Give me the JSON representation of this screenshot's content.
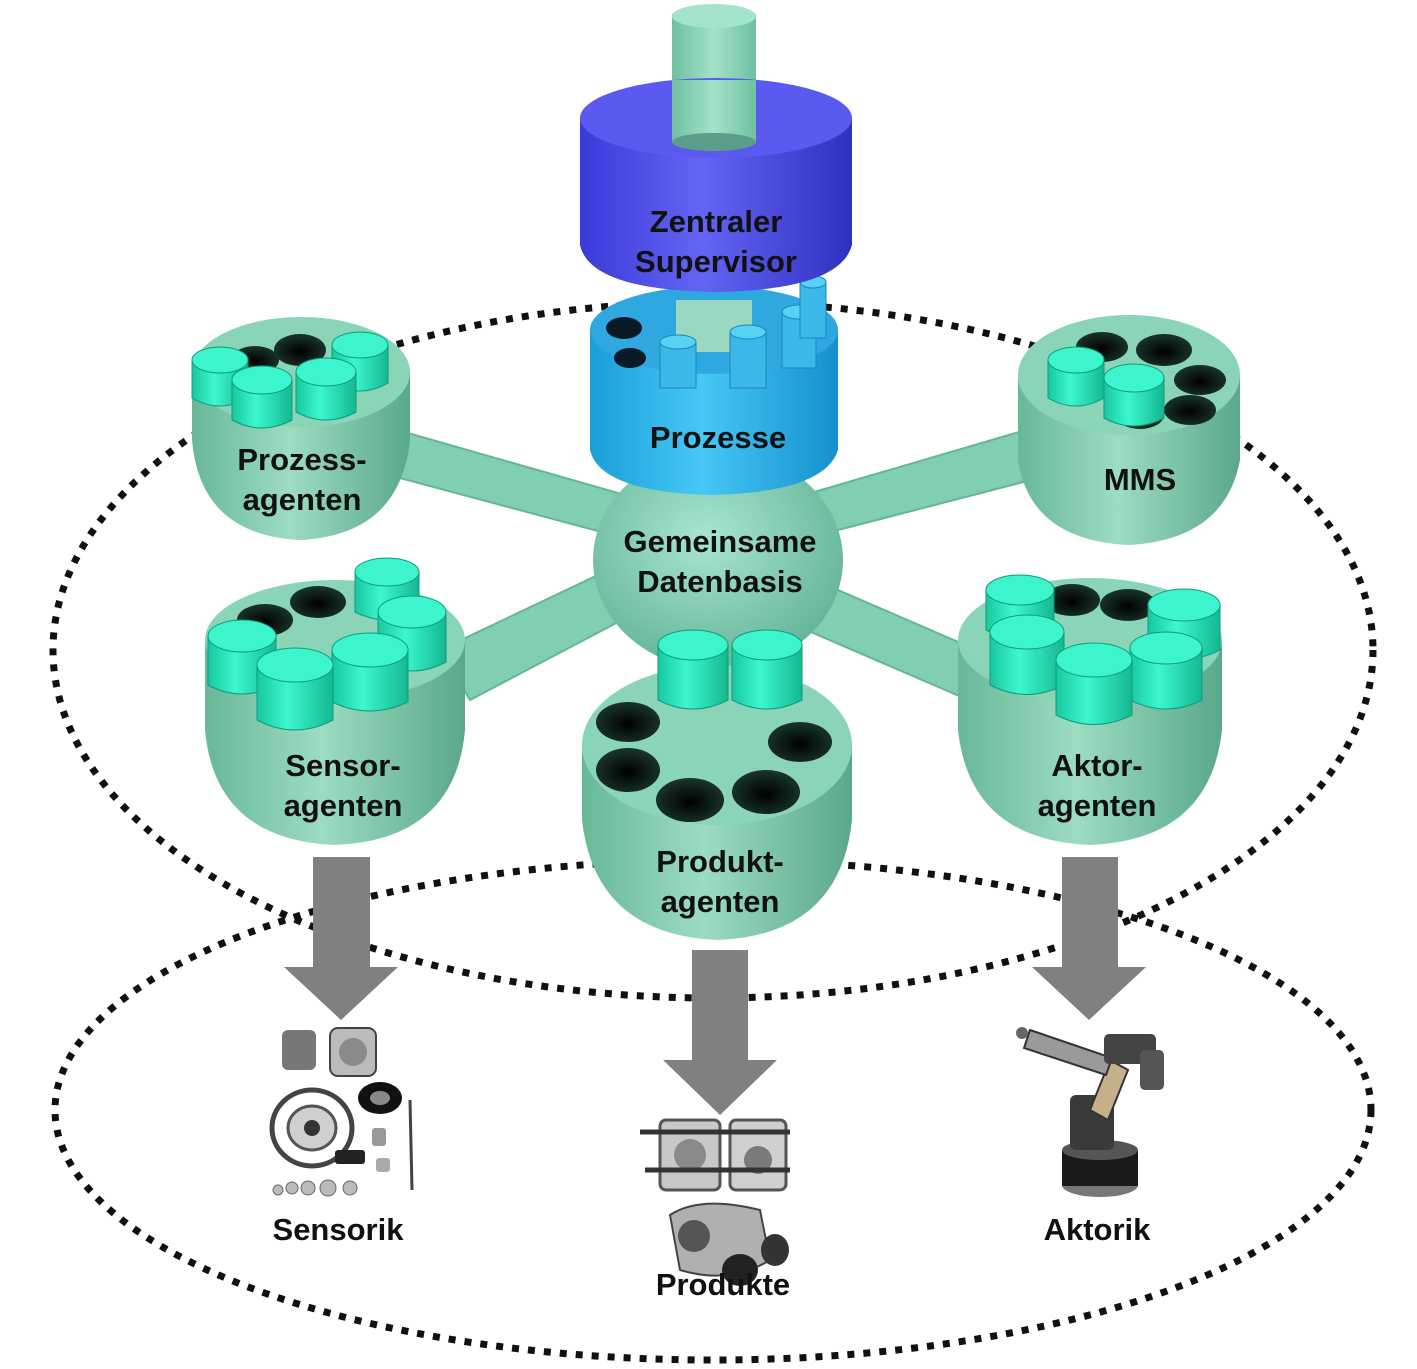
{
  "diagram": {
    "labels": {
      "zentral_line1": "Zentraler",
      "zentral_line2": "Supervisor",
      "prozesse": "Prozesse",
      "datenbasis_line1": "Gemeinsame",
      "datenbasis_line2": "Datenbasis",
      "prozessagenten_line1": "Prozess-",
      "prozessagenten_line2": "agenten",
      "mms": "MMS",
      "sensoragenten_line1": "Sensor-",
      "sensoragenten_line2": "agenten",
      "produktagenten_line1": "Produkt-",
      "produktagenten_line2": "agenten",
      "aktoragenten_line1": "Aktor-",
      "aktoragenten_line2": "agenten",
      "sensorik": "Sensorik",
      "produkte": "Produkte",
      "aktorik": "Aktorik"
    },
    "colors": {
      "hub_green": "#7fcfb0",
      "agent_cylinder": "#22f0c4",
      "supervisor_blue": "#5050e8",
      "prozesse_blue": "#2ab8f0",
      "arrow_gray": "#808080",
      "dotted_line": "#111111"
    },
    "icons": {
      "sensorik": "sensor-components-icon",
      "produkte": "fixture-parts-icon",
      "aktorik": "industrial-robot-icon"
    }
  }
}
